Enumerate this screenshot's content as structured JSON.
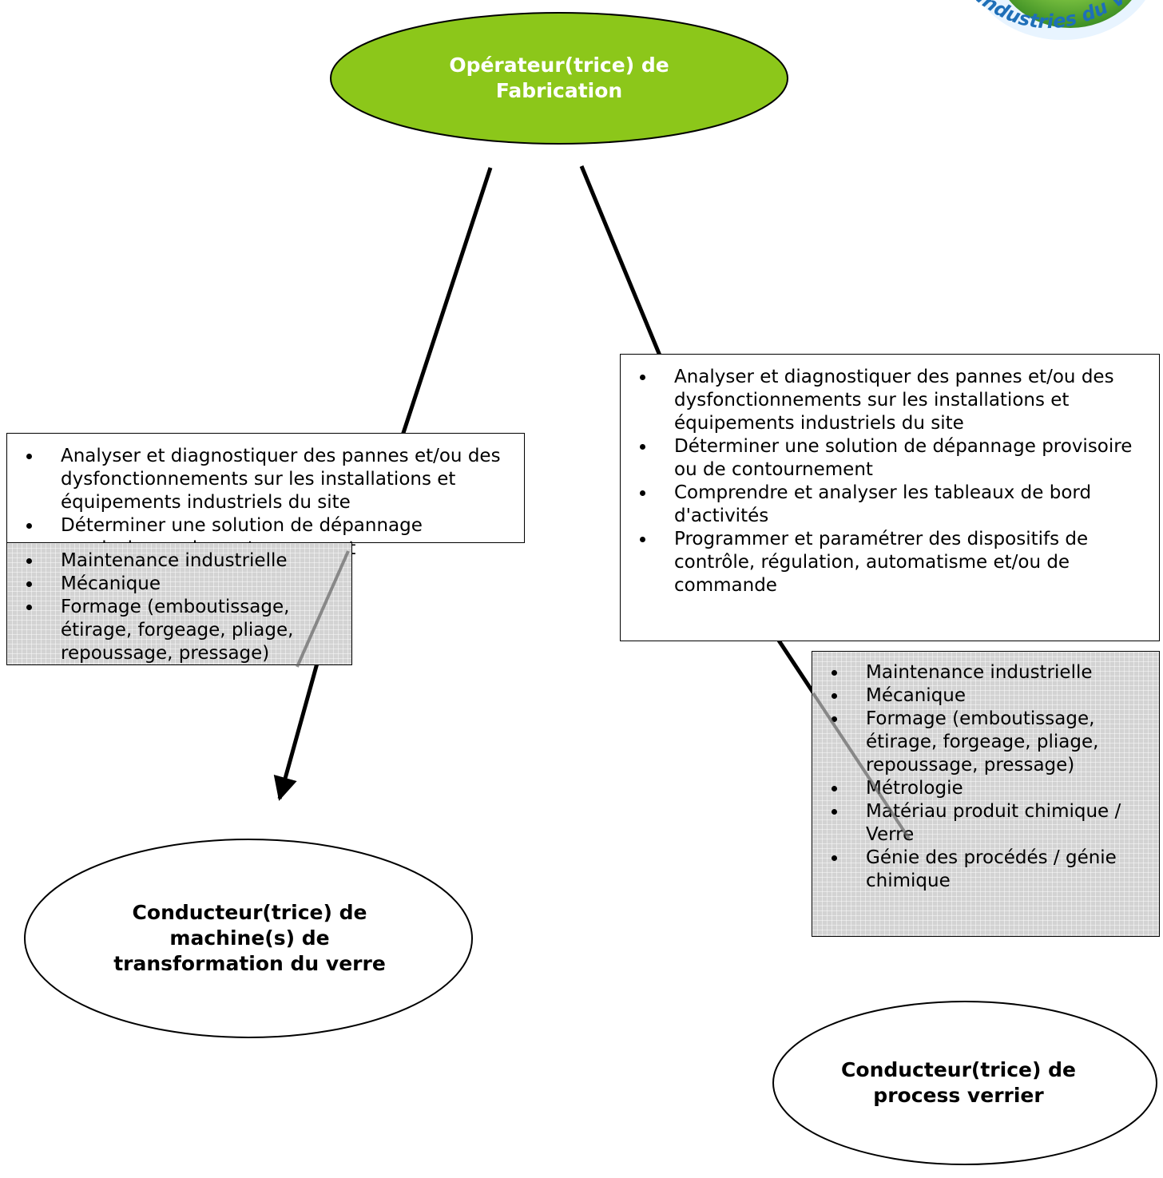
{
  "logo": {
    "text": "Industries du Verre"
  },
  "nodes": {
    "operateur": "Opérateur(trice) de Fabrication",
    "conducteur_machine": "Conducteur(trice) de machine(s) de transformation du verre",
    "conducteur_process": "Conducteur(trice) de process verrier"
  },
  "left_branch": {
    "activities": [
      "Analyser et diagnostiquer des pannes et/ou des dysfonctionnements sur les installations et équipements industriels du site",
      "Déterminer une solution de dépannage provisoire ou de contournement"
    ],
    "skills": [
      "Maintenance industrielle",
      "Mécanique",
      "Formage (emboutissage, étirage, forgeage, pliage, repoussage, pressage)"
    ]
  },
  "right_branch": {
    "activities": [
      "Analyser et diagnostiquer des pannes et/ou des dysfonctionnements sur les installations et équipements industriels du site",
      "Déterminer une solution de dépannage provisoire ou de contournement",
      "Comprendre et analyser les tableaux de bord d'activités",
      "Programmer et paramétrer des dispositifs de contrôle, régulation, automatisme et/ou de commande"
    ],
    "skills": [
      "Maintenance industrielle",
      "Mécanique",
      "Formage (emboutissage, étirage, forgeage, pliage, repoussage, pressage)",
      "Métrologie",
      "Matériau produit chimique / Verre",
      "Génie des procédés / génie chimique"
    ]
  },
  "colors": {
    "top_node_fill": "#8cc71a",
    "skills_box_fill": "#d3d3d3",
    "top_node_text": "#ffffff"
  }
}
